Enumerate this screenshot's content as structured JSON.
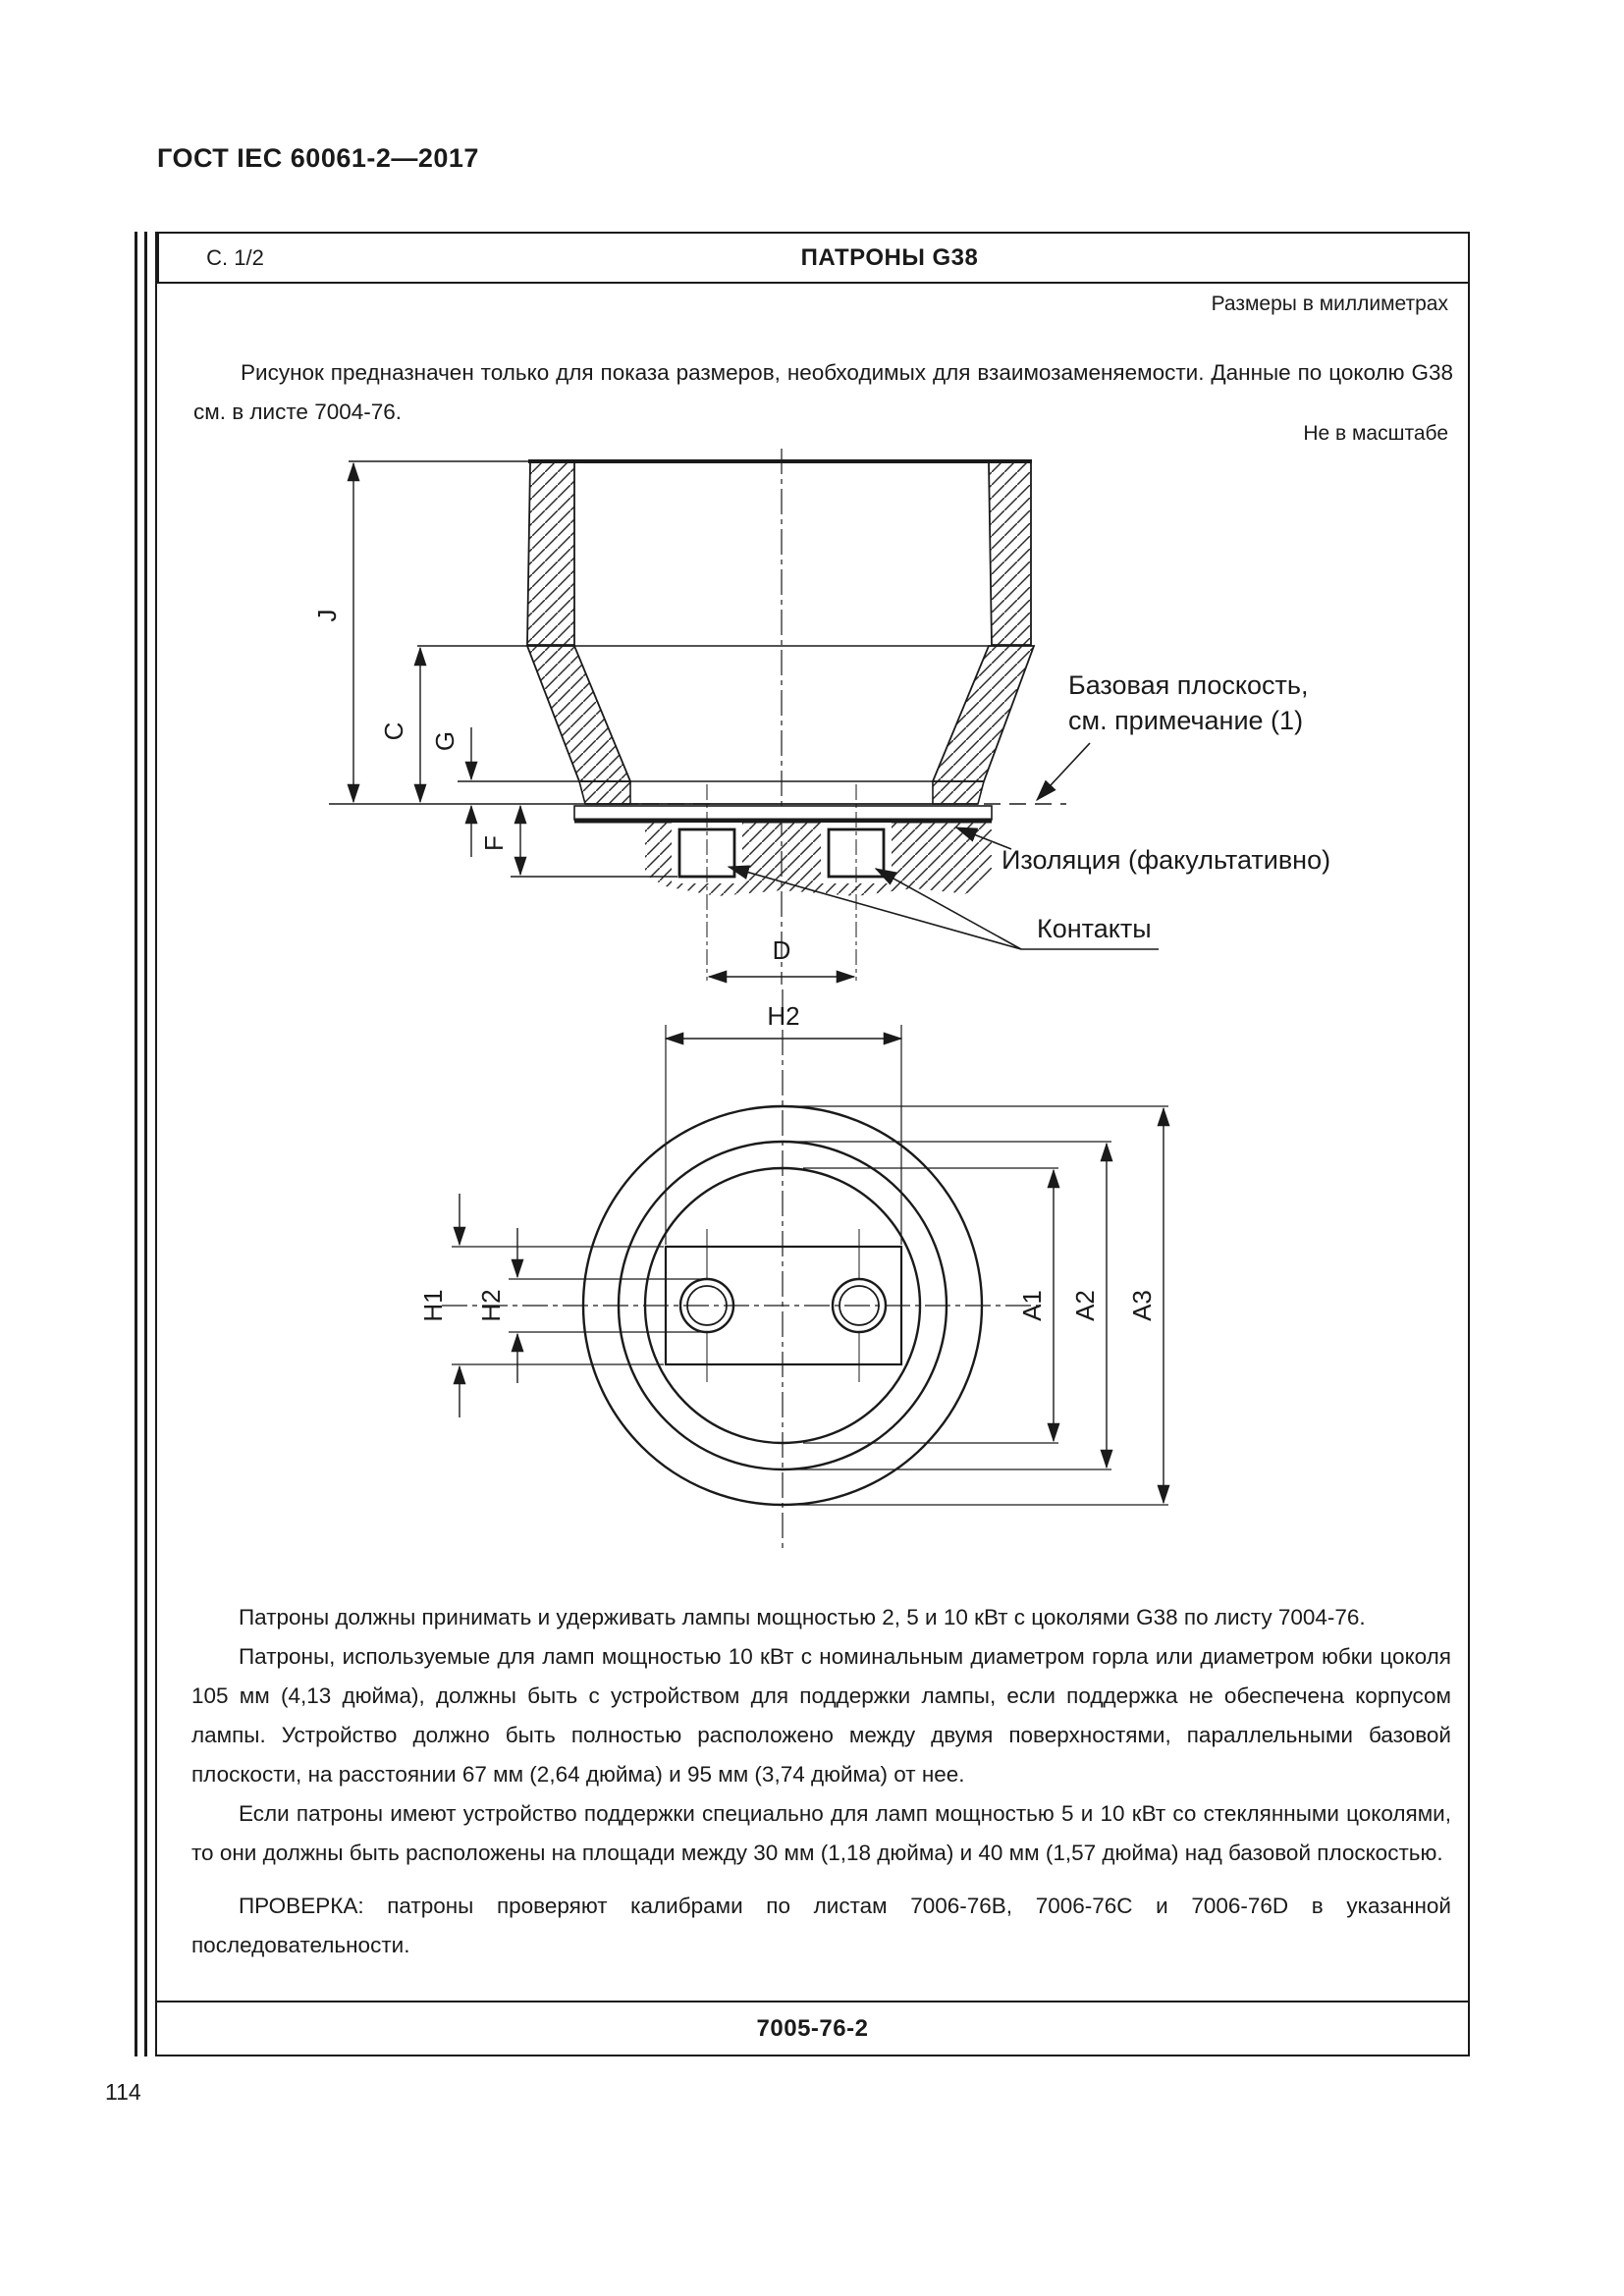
{
  "page_header": "ГОСТ IEC 60061-2—2017",
  "sheet": {
    "title": "ПАТРОНЫ G38",
    "page_note": "С. 1/2",
    "units_note": "Размеры в миллиметрах",
    "scale_note": "Не в масштабе",
    "intro": "Рисунок предназначен только для показа размеров, необходимых для взаимозаменяемости. Данные по цоколю G38 см. в листе 7004-76.",
    "sheet_number": "7005-76-2"
  },
  "figure1": {
    "dim_labels": {
      "j": "J",
      "c": "C",
      "g": "G",
      "f": "F",
      "d": "D"
    },
    "annotations": {
      "base_plane_line1": "Базовая плоскость,",
      "base_plane_line2": "см. примечание (1)",
      "insulation": "Изоляция (факультативно)",
      "contacts": "Контакты"
    }
  },
  "figure2": {
    "dim_labels": {
      "h2_top": "H2",
      "h1": "H1",
      "h2_left": "H2",
      "a1": "A1",
      "a2": "A2",
      "a3": "A3"
    }
  },
  "paragraphs": [
    "Патроны должны принимать и удерживать лампы мощностью 2, 5 и 10 кВт с цоколями G38 по листу 7004-76.",
    "Патроны, используемые для ламп мощностью 10 кВт с номинальным диаметром горла или диаметром юбки цоколя 105 мм (4,13 дюйма), должны быть с устройством для поддержки лампы, если поддержка не обеспечена корпусом лампы. Устройство должно быть полностью расположено между двумя поверхностями, параллельными базовой плоскости, на расстоянии 67 мм (2,64 дюйма) и 95 мм (3,74 дюйма) от нее.",
    "Если патроны имеют устройство поддержки специально для ламп мощностью 5 и 10 кВт со стеклянными цоколями, то они должны быть расположены на площади между 30 мм (1,18 дюйма) и 40 мм (1,57 дюйма) над базовой плоскостью.",
    "ПРОВЕРКА: патроны проверяют калибрами по листам 7006-76B, 7006-76C и 7006-76D в указанной последовательности."
  ],
  "page_number": "114"
}
